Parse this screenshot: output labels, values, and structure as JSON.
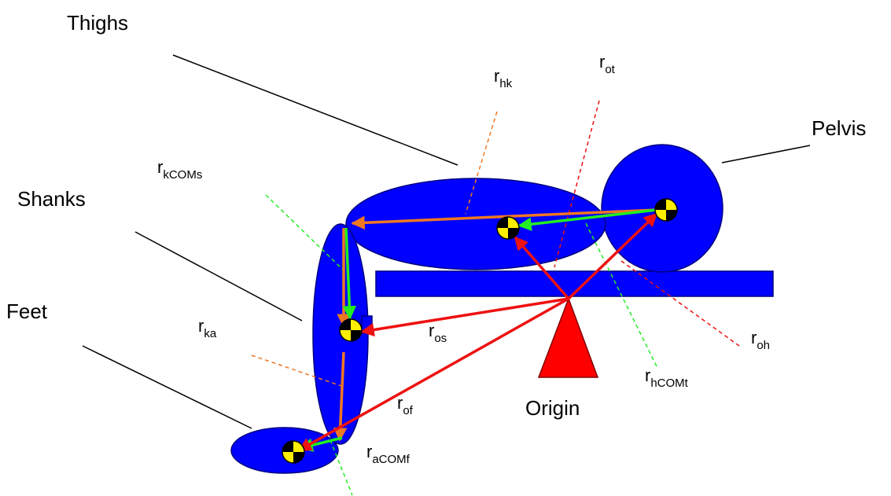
{
  "labels": {
    "thighs": "Thighs",
    "shanks": "Shanks",
    "feet": "Feet",
    "pelvis": "Pelvis",
    "origin": "Origin"
  },
  "vectors": {
    "r_hk": {
      "base": "r",
      "sub": "hk"
    },
    "r_ot": {
      "base": "r",
      "sub": "ot"
    },
    "r_kCOMs": {
      "base": "r",
      "sub": "kCOMs"
    },
    "r_ka": {
      "base": "r",
      "sub": "ka"
    },
    "r_os": {
      "base": "r",
      "sub": "os"
    },
    "r_oh": {
      "base": "r",
      "sub": "oh"
    },
    "r_hCOMt": {
      "base": "r",
      "sub": "hCOMt"
    },
    "r_of": {
      "base": "r",
      "sub": "of"
    },
    "r_aCOMf": {
      "base": "r",
      "sub": "aCOMf"
    }
  },
  "colors": {
    "segment_fill": "#0000ff",
    "segment_stroke": "#000080",
    "origin_fill": "#ff0000",
    "position_vector": "#ee1111",
    "joint_vector": "#ee7722",
    "com_vector": "#22ee22",
    "com_marker_light": "#ffee00",
    "com_marker_dark": "#000000"
  }
}
